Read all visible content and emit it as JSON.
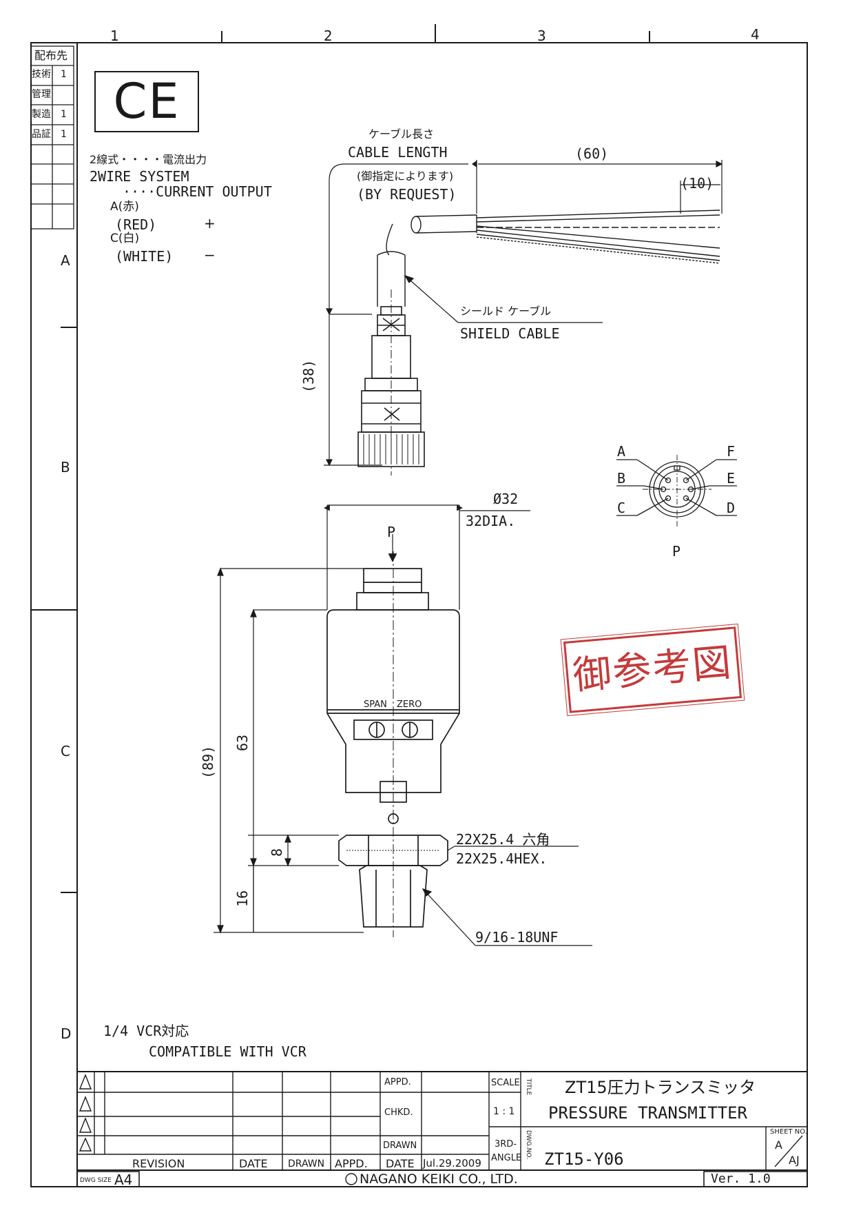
{
  "zones": {
    "cols": [
      "1",
      "2",
      "3",
      "4"
    ],
    "rows": [
      "A",
      "B",
      "C",
      "D"
    ]
  },
  "distribution": {
    "header": "配布先",
    "rows": [
      {
        "label": "技術",
        "value": "1"
      },
      {
        "label": "管理",
        "value": ""
      },
      {
        "label": "製造",
        "value": "1"
      },
      {
        "label": "品証",
        "value": "1"
      }
    ]
  },
  "ce_mark": "CE",
  "notes": {
    "wire_jp": "2線式・・・・電流出力",
    "wire_en1": "2WIRE SYSTEM",
    "wire_en2": "····CURRENT OUTPUT",
    "a_jp": "A(赤)",
    "a_en": "(RED)",
    "a_sign": "+",
    "c_jp": "C(白)",
    "c_en": "(WHITE)",
    "c_sign": "−"
  },
  "cable": {
    "length_jp": "ケーブル長さ",
    "length_en": "CABLE LENGTH",
    "req_jp": "(御指定によります)",
    "req_en": "(BY REQUEST)",
    "dim_60": "(60)",
    "dim_10": "(10)",
    "shield_jp": "シールド ケーブル",
    "shield_en": "SHIELD CABLE",
    "dim_38": "(38)"
  },
  "connector": {
    "pins_left": [
      "A",
      "B",
      "C"
    ],
    "pins_right": [
      "F",
      "E",
      "D"
    ],
    "label": "P"
  },
  "body": {
    "dia_sym": "Ø32",
    "dia_text": "32DIA.",
    "p_label": "P",
    "span": "SPAN",
    "zero": "ZERO",
    "dim_89": "(89)",
    "dim_63": "63",
    "dim_8": "8",
    "dim_16": "16",
    "hex_jp": "22X25.4 六角",
    "hex_en": "22X25.4HEX.",
    "thread": "9/16-18UNF"
  },
  "stamp": "御参考図",
  "vcr": {
    "jp": "1/4 VCR対応",
    "en": "COMPATIBLE WITH VCR"
  },
  "title_block": {
    "appd": "APPD.",
    "chkd": "CHKD.",
    "drawn": "DRAWN",
    "revision": "REVISION",
    "date": "DATE",
    "drawn2": "DRAWN",
    "appd2": "APPD.",
    "date2": "DATE",
    "date_value": "Jul.29.2009",
    "scale_label": "SCALE",
    "scale_value": "1 : 1",
    "angle1": "3RD-",
    "angle2": "ANGLE",
    "title_side": "TITLE",
    "dwg_side": "DWG.NO.",
    "title_jp": "ZT15圧力トランスミッタ",
    "title_en": "PRESSURE TRANSMITTER",
    "sheet_no": "SHEET NO.",
    "sheet_a": "A",
    "sheet_aj": "AJ",
    "dwg_no": "ZT15-Y06",
    "dwg_size_label": "DWG SIZE",
    "dwg_size": "A4",
    "company": "NAGANO KEIKI CO., LTD.",
    "version": "Ver. 1.0"
  }
}
